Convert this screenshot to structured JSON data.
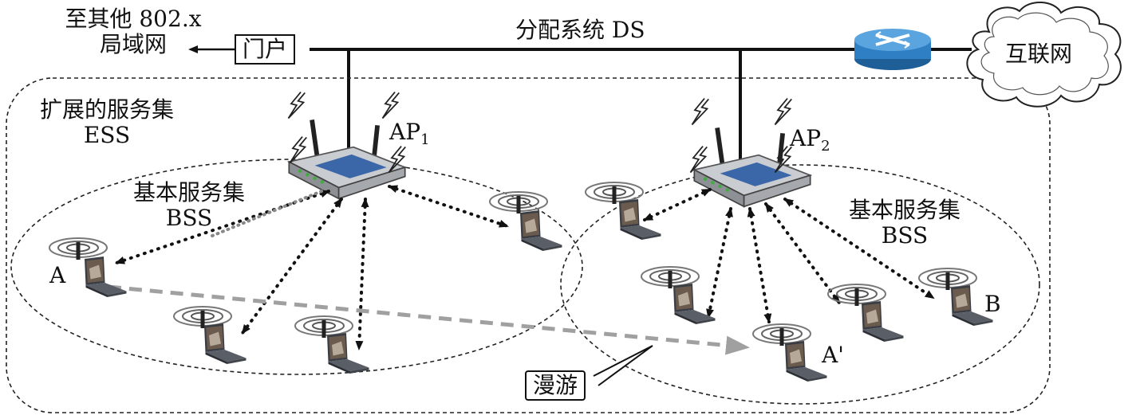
{
  "labels": {
    "other_lan_line1": "至其他 802.x",
    "other_lan_line2": "局域网",
    "portal": "门户",
    "ds": "分配系统 DS",
    "internet": "互联网",
    "ess_line1": "扩展的服务集",
    "ess_line2": "ESS",
    "ap1_main": "AP",
    "ap1_sub": "1",
    "ap2_main": "AP",
    "ap2_sub": "2",
    "bss1_line1": "基本服务集",
    "bss1_line2": "BSS",
    "bss2_line1": "基本服务集",
    "bss2_line2": "BSS",
    "station_a": "A",
    "station_a_prime": "A'",
    "station_b": "B",
    "roaming": "漫游"
  },
  "colors": {
    "line": "#111111",
    "roaming_arrow": "#a0a0a0",
    "router": "#2f7fc4",
    "laptop_screen": "#6b5a4e",
    "laptop_body": "#3a3d44"
  },
  "icons": [
    "router-icon",
    "cloud-icon",
    "access-point-icon",
    "laptop-icon",
    "wireless-signal-icon"
  ]
}
